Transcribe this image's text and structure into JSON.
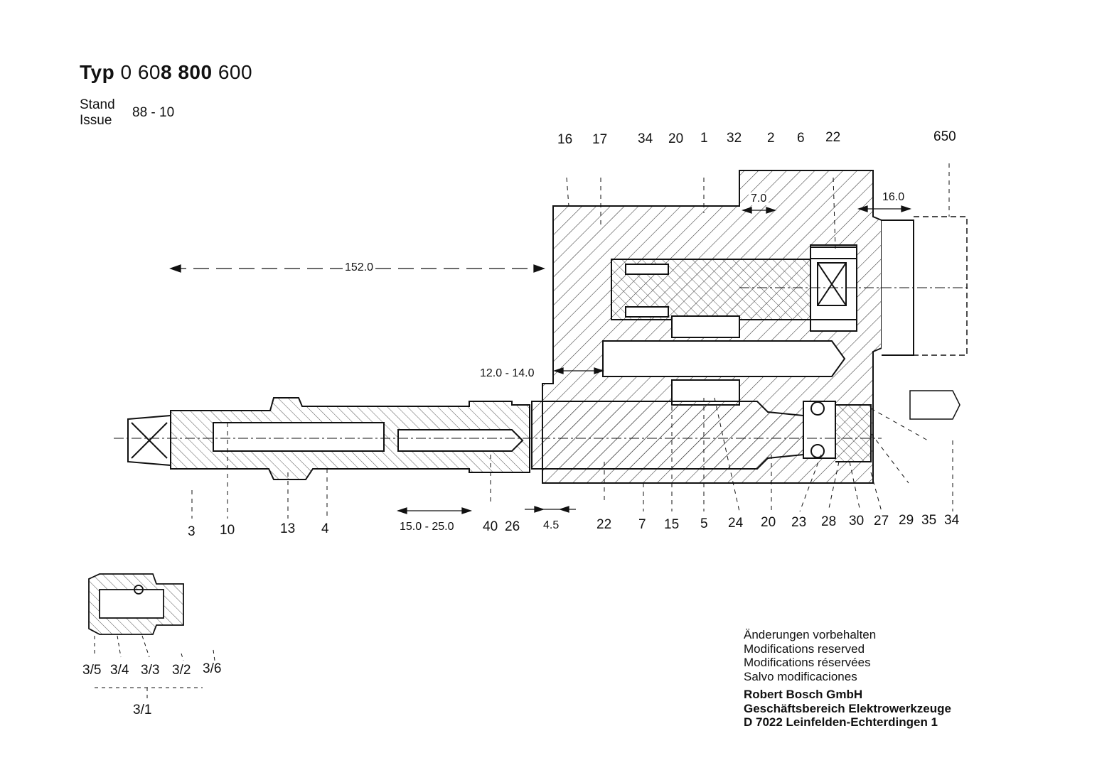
{
  "header": {
    "typ_prefix": "Typ",
    "typ_part1": "0 60",
    "typ_part2": "8 800",
    "typ_part3": " 600",
    "stand_label": "Stand",
    "issue_label": "Issue",
    "date": "88 - 10"
  },
  "labels_top": [
    "16",
    "17",
    "34",
    "20",
    "1",
    "32",
    "2",
    "6",
    "22",
    "650"
  ],
  "labels_bottom": [
    "3",
    "10",
    "13",
    "4",
    "40",
    "26",
    "22",
    "7",
    "15",
    "5",
    "24",
    "20",
    "23",
    "28",
    "30",
    "27",
    "29",
    "35",
    "34"
  ],
  "dimensions": {
    "d152": "152.0",
    "d7": "7.0",
    "d16": "16.0",
    "d12_14": "12.0 - 14.0",
    "d15_25": "15.0 - 25.0",
    "d4_5": "4.5"
  },
  "detail_labels": [
    "3/5",
    "3/4",
    "3/3",
    "3/2",
    "3/6",
    "3/1"
  ],
  "notes": [
    "Änderungen vorbehalten",
    "Modifications reserved",
    "Modifications réservées",
    "Salvo modificaciones"
  ],
  "company": [
    "Robert Bosch GmbH",
    "Geschäftsbereich Elektrowerkzeuge",
    "D 7022 Leinfelden-Echterdingen 1"
  ]
}
